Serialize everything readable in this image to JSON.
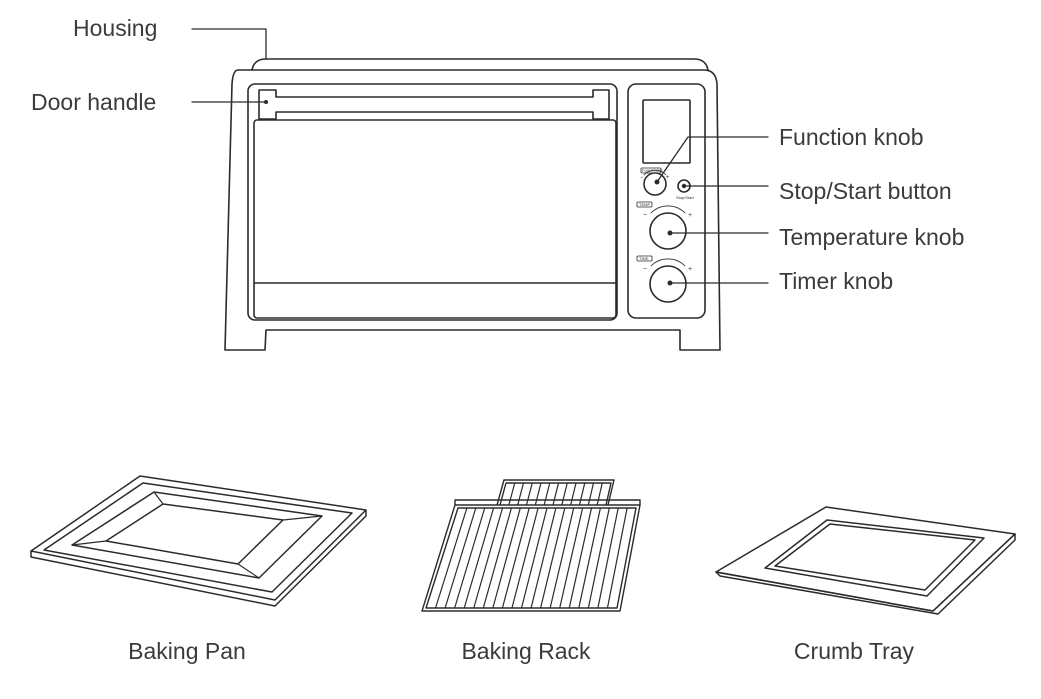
{
  "callouts": {
    "housing": "Housing",
    "door_handle": "Door handle",
    "function_knob": "Function knob",
    "stop_start_button": "Stop/Start button",
    "temperature_knob": "Temperature knob",
    "timer_knob": "Timer knob"
  },
  "panel_text": {
    "function": "FUNCTION",
    "temp": "TEMP",
    "time": "TIME",
    "stop_start": "Stop/Start",
    "minus": "−",
    "plus": "+"
  },
  "accessories": {
    "baking_pan": "Baking Pan",
    "baking_rack": "Baking Rack",
    "crumb_tray": "Crumb Tray"
  },
  "colors": {
    "line": "#2b2b2b",
    "text": "#3b3b3b"
  }
}
